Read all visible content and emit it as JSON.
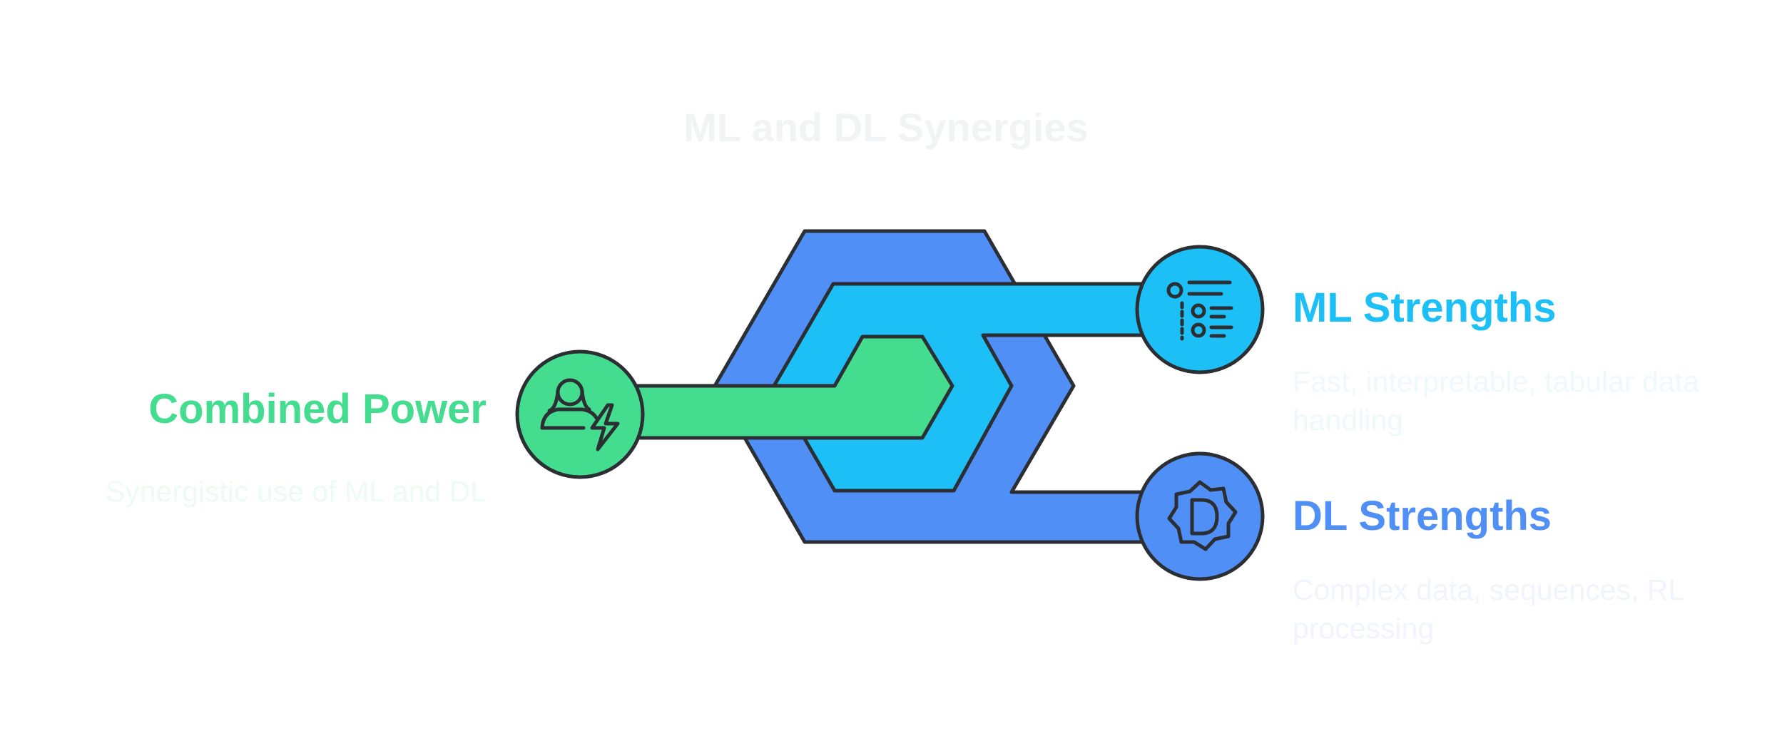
{
  "title": "ML and DL Synergies",
  "items": {
    "combined": {
      "heading": "Combined Power",
      "description": "Synergistic use of ML and DL",
      "icon": "person-lightning-icon"
    },
    "ml": {
      "heading": "ML Strengths",
      "description": "Fast, interpretable, tabular data handling",
      "icon": "list-icon"
    },
    "dl": {
      "heading": "DL Strengths",
      "description": "Complex data, sequences, RL processing",
      "icon": "gear-d-badge-icon"
    }
  },
  "colors": {
    "combined": "#44dd8f",
    "ml": "#1dc0f6",
    "dl": "#5090f6",
    "outline": "#2b2f33"
  }
}
